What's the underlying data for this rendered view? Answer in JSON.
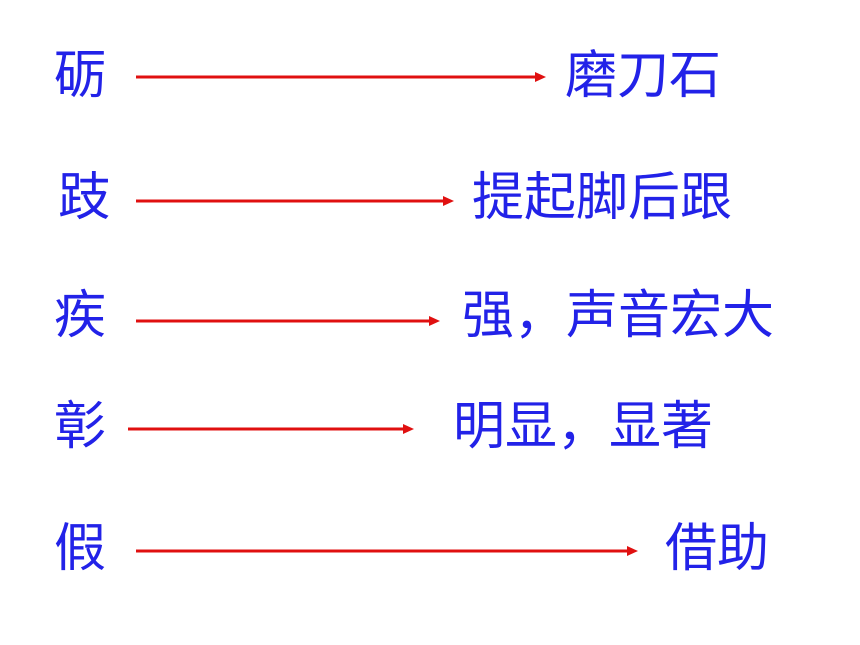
{
  "colors": {
    "text": "#2222e8",
    "arrow": "#e01010",
    "background": "#ffffff"
  },
  "rows": [
    {
      "term": "砺",
      "meaning": "磨刀石"
    },
    {
      "term": "跂",
      "meaning": "提起脚后跟"
    },
    {
      "term": "疾",
      "meaning": "强，声音宏大"
    },
    {
      "term": "彰",
      "meaning": "明显，显著"
    },
    {
      "term": "假",
      "meaning": "借助"
    }
  ]
}
